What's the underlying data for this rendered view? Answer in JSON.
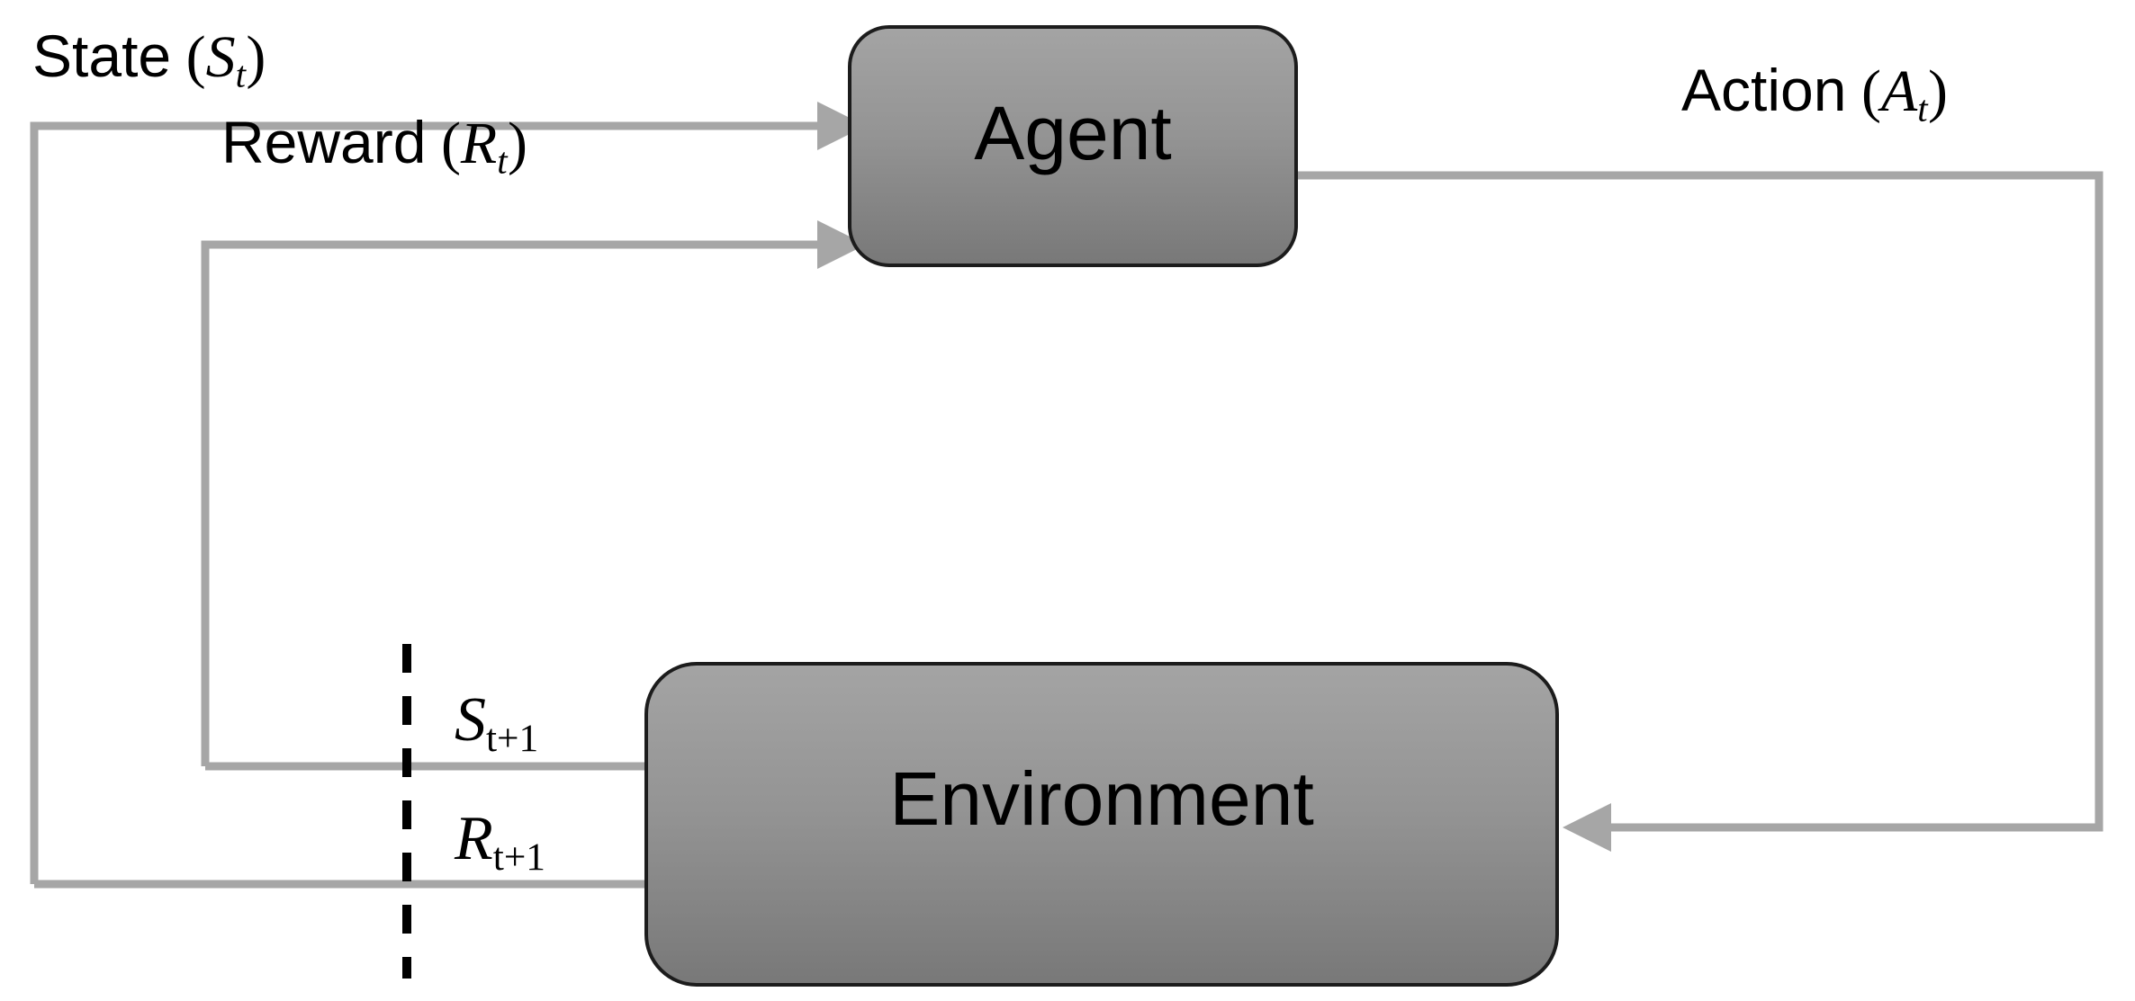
{
  "diagram": {
    "title": "Reinforcement Learning Agent-Environment Interaction Loop",
    "background_color": "#ffffff",
    "nodes": [
      {
        "id": "agent",
        "label": "Agent",
        "shape": "rounded-rectangle",
        "fill_top": "#9d9d9d",
        "fill_bottom": "#7e7e7e",
        "border_color": "#1a1a1a",
        "text_color": "#000000"
      },
      {
        "id": "environment",
        "label": "Environment",
        "shape": "rounded-rectangle",
        "fill_top": "#9d9d9d",
        "fill_bottom": "#7e7e7e",
        "border_color": "#1a1a1a",
        "text_color": "#000000"
      }
    ],
    "edges": [
      {
        "id": "state-edge",
        "from": "environment",
        "to": "agent",
        "label_text": "State",
        "label_symbol": "S",
        "label_subscript": "t",
        "label_full": "State (S_t)",
        "color": "#a6a6a6",
        "arrowhead": "right"
      },
      {
        "id": "reward-edge",
        "from": "environment",
        "to": "agent",
        "label_text": "Reward",
        "label_symbol": "R",
        "label_subscript": "t",
        "label_full": "Reward (R_t)",
        "color": "#a6a6a6",
        "arrowhead": "right"
      },
      {
        "id": "action-edge",
        "from": "agent",
        "to": "environment",
        "label_text": "Action",
        "label_symbol": "A",
        "label_subscript": "t",
        "label_full": "Action (A_t)",
        "color": "#a6a6a6",
        "arrowhead": "left"
      },
      {
        "id": "state-next-edge",
        "from": "environment",
        "label_symbol": "S",
        "label_subscript": "t+1",
        "label_full": "S_{t+1}",
        "color": "#a6a6a6",
        "arrowhead": "none"
      },
      {
        "id": "reward-next-edge",
        "from": "environment",
        "label_symbol": "R",
        "label_subscript": "t+1",
        "label_full": "R_{t+1}",
        "color": "#a6a6a6",
        "arrowhead": "none"
      }
    ],
    "time_divider": {
      "id": "time-step-divider",
      "style": "dashed-vertical",
      "color": "#000000",
      "description": "dashed line separating time step t from t+1"
    }
  }
}
